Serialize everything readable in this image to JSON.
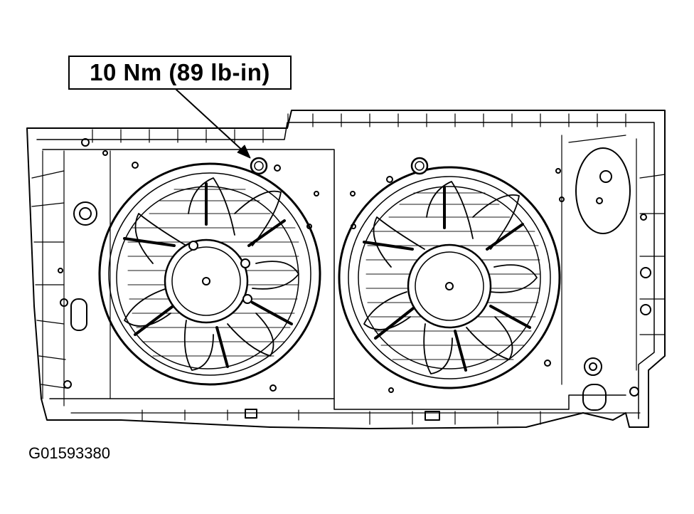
{
  "diagram": {
    "callout_label": "10 Nm (89 lb-in)",
    "figure_id": "G01593380",
    "components": {
      "shroud": "fan-shroud",
      "fans": [
        "left-cooling-fan",
        "right-cooling-fan"
      ],
      "fastener": "upper-mounting-bolt"
    },
    "colors": {
      "ink": "#000000",
      "paper": "#ffffff"
    }
  }
}
